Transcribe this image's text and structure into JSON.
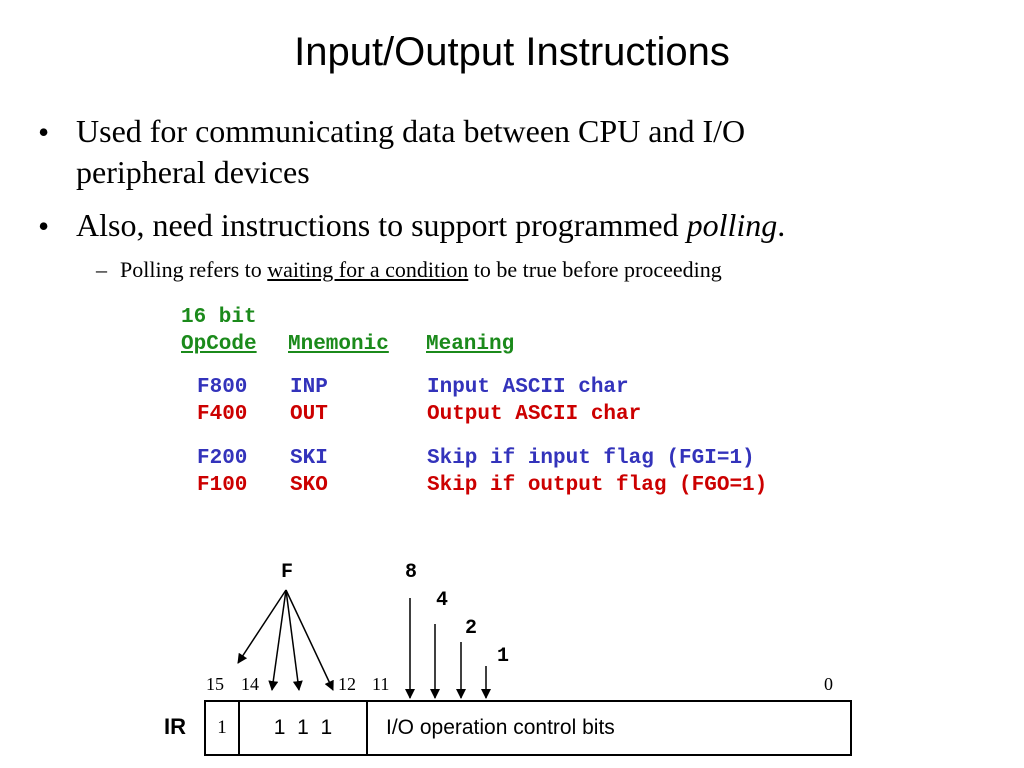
{
  "title": "Input/Output Instructions",
  "bullets": [
    {
      "line1": "Used for communicating data between CPU and I/O",
      "line2": "peripheral devices"
    },
    {
      "text_before": "Also, need instructions to support programmed ",
      "text_italic": "polling",
      "text_after": "."
    }
  ],
  "sub_bullet": {
    "before": "Polling refers to ",
    "underlined": "waiting for a condition",
    "after": " to be true before proceeding"
  },
  "table": {
    "header_line1": "16 bit",
    "headers": [
      "OpCode",
      "Mnemonic",
      "Meaning"
    ],
    "rows": [
      {
        "opcode": "F800",
        "mnemonic": "INP",
        "meaning": "Input ASCII char",
        "color": "#3333bb"
      },
      {
        "opcode": "F400",
        "mnemonic": "OUT",
        "meaning": "Output ASCII char",
        "color": "#cc0000"
      },
      {
        "opcode": "F200",
        "mnemonic": "SKI",
        "meaning": "Skip if input flag (FGI=1)",
        "color": "#3333bb"
      },
      {
        "opcode": "F100",
        "mnemonic": "SKO",
        "meaning": "Skip if output flag (FGO=1)",
        "color": "#cc0000"
      }
    ]
  },
  "diagram": {
    "arrow_labels": [
      "F",
      "8",
      "4",
      "2",
      "1"
    ],
    "bit_numbers": [
      "15",
      "14",
      "12",
      "11",
      "0"
    ],
    "register_label": "IR",
    "cells": [
      "1",
      "1  1  1",
      "I/O operation control bits"
    ]
  }
}
